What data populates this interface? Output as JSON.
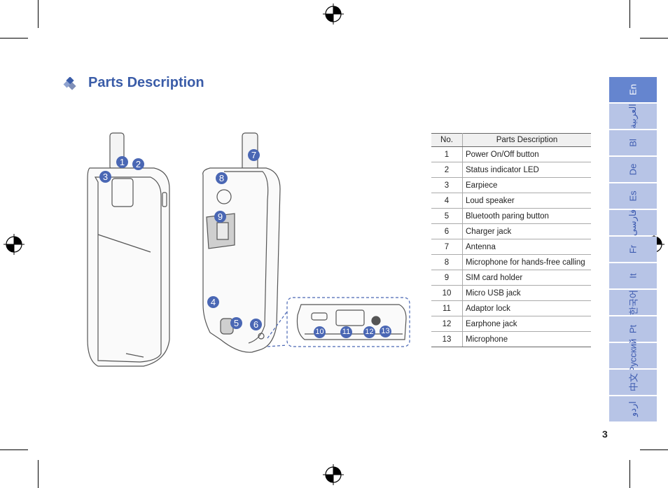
{
  "page": {
    "title": "Parts Description",
    "page_number": "3",
    "accent_color": "#3a5ca8"
  },
  "table": {
    "headers": [
      "No.",
      "Parts Description"
    ],
    "rows": [
      {
        "no": "1",
        "desc": "Power On/Off button"
      },
      {
        "no": "2",
        "desc": "Status indicator LED"
      },
      {
        "no": "3",
        "desc": "Earpiece"
      },
      {
        "no": "4",
        "desc": "Loud speaker"
      },
      {
        "no": "5",
        "desc": "Bluetooth paring button"
      },
      {
        "no": "6",
        "desc": "Charger jack"
      },
      {
        "no": "7",
        "desc": "Antenna"
      },
      {
        "no": "8",
        "desc": "Microphone for hands-free calling"
      },
      {
        "no": "9",
        "desc": "SIM card holder"
      },
      {
        "no": "10",
        "desc": "Micro USB jack"
      },
      {
        "no": "11",
        "desc": "Adaptor lock"
      },
      {
        "no": "12",
        "desc": "Earphone jack"
      },
      {
        "no": "13",
        "desc": "Microphone"
      }
    ]
  },
  "language_tabs": [
    {
      "label": "En",
      "active": true
    },
    {
      "label": "العربية",
      "active": false
    },
    {
      "label": "Bl",
      "active": false
    },
    {
      "label": "De",
      "active": false
    },
    {
      "label": "Es",
      "active": false
    },
    {
      "label": "فارسی",
      "active": false
    },
    {
      "label": "Fr",
      "active": false
    },
    {
      "label": "It",
      "active": false
    },
    {
      "label": "한국어",
      "active": false
    },
    {
      "label": "Pt",
      "active": false
    },
    {
      "label": "Русский",
      "active": false
    },
    {
      "label": "中文",
      "active": false
    },
    {
      "label": "اردو",
      "active": false
    }
  ],
  "callouts": [
    "1",
    "2",
    "3",
    "4",
    "5",
    "6",
    "7",
    "8",
    "9",
    "10",
    "11",
    "12",
    "13"
  ],
  "colors": {
    "tab_active": "#6585cf",
    "tab_inactive": "#b7c4e6",
    "callout": "#4a67b4"
  }
}
